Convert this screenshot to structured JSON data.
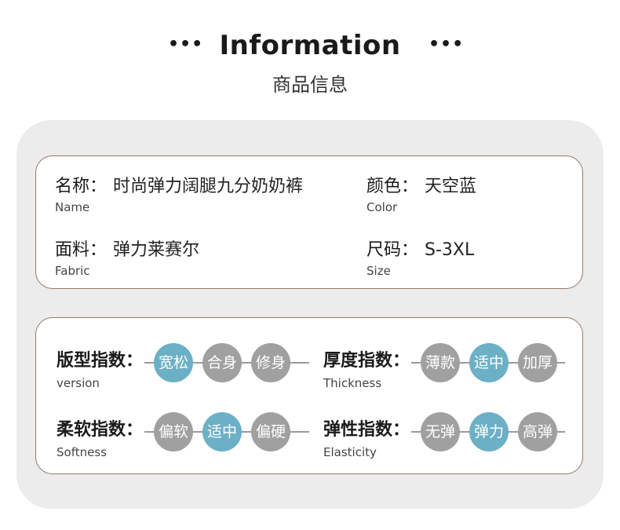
{
  "header": {
    "title": "Information",
    "dots": "•••",
    "subtitle": "商品信息"
  },
  "info": {
    "name": {
      "label": "名称：",
      "value": "时尚弹力阔腿九分奶奶裤",
      "en": "Name"
    },
    "color": {
      "label": "颜色：",
      "value": "天空蓝",
      "en": "Color"
    },
    "fabric": {
      "label": "面料：",
      "value": "弹力莱赛尔",
      "en": "Fabric"
    },
    "size": {
      "label": "尺码：",
      "value": "S-3XL",
      "en": "Size"
    }
  },
  "indices": {
    "version": {
      "label": "版型指数：",
      "en": "version",
      "options": [
        "宽松",
        "合身",
        "修身"
      ],
      "selected": "宽松"
    },
    "thickness": {
      "label": "厚度指数：",
      "en": "Thickness",
      "options": [
        "薄款",
        "适中",
        "加厚"
      ],
      "selected": "适中"
    },
    "softness": {
      "label": "柔软指数：",
      "en": "Softness",
      "options": [
        "偏软",
        "适中",
        "偏硬"
      ],
      "selected": "适中"
    },
    "elasticity": {
      "label": "弹性指数：",
      "en": "Elasticity",
      "options": [
        "无弹",
        "弹力",
        "高弹"
      ],
      "selected": "弹力"
    }
  },
  "colors": {
    "selected": "#6cb0c6",
    "unselected": "#a0a0a0",
    "border": "#8c7b6c",
    "panel": "#ececec"
  }
}
